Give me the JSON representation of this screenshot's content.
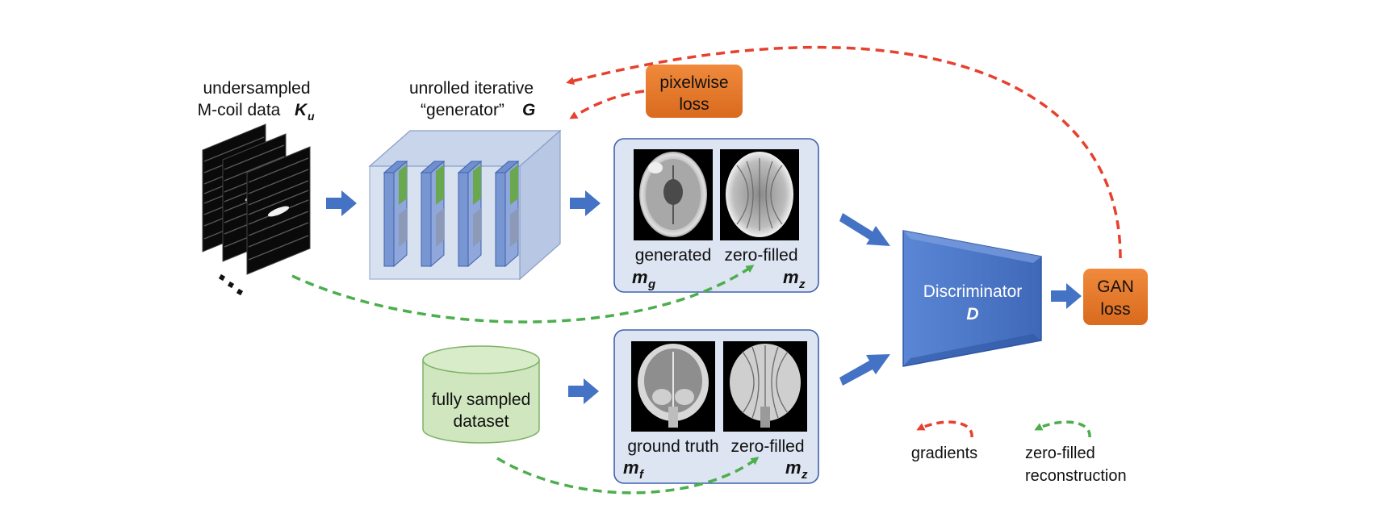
{
  "input": {
    "label_line1": "undersampled",
    "label_line2": "M-coil data",
    "symbol": "K",
    "symbol_sub": "u"
  },
  "generator": {
    "label_line1": "unrolled iterative",
    "label_line2": "“generator”",
    "symbol": "G"
  },
  "pixelwise_loss": {
    "line1": "pixelwise",
    "line2": "loss"
  },
  "generated_panel": {
    "left_caption": "generated",
    "left_symbol": "m",
    "left_sub": "g",
    "right_caption": "zero-filled",
    "right_symbol": "m",
    "right_sub": "z"
  },
  "dataset": {
    "line1": "fully sampled",
    "line2": "dataset"
  },
  "truth_panel": {
    "left_caption": "ground truth",
    "left_symbol": "m",
    "left_sub": "f",
    "right_caption": "zero-filled",
    "right_symbol": "m",
    "right_sub": "z"
  },
  "discriminator": {
    "label": "Discriminator",
    "symbol": "D"
  },
  "gan_loss": {
    "line1": "GAN",
    "line2": "loss"
  },
  "legend": {
    "gradients": "gradients",
    "zf_line1": "zero-filled",
    "zf_line2": "reconstruction"
  },
  "colors": {
    "arrow_blue": "#4472c4",
    "gradient_red": "#e8402e",
    "zerofill_green": "#4cae4c",
    "loss_orange": "#e67a2e",
    "panel_fill": "#dde4f2",
    "dataset_fill": "#cfe6bf"
  }
}
